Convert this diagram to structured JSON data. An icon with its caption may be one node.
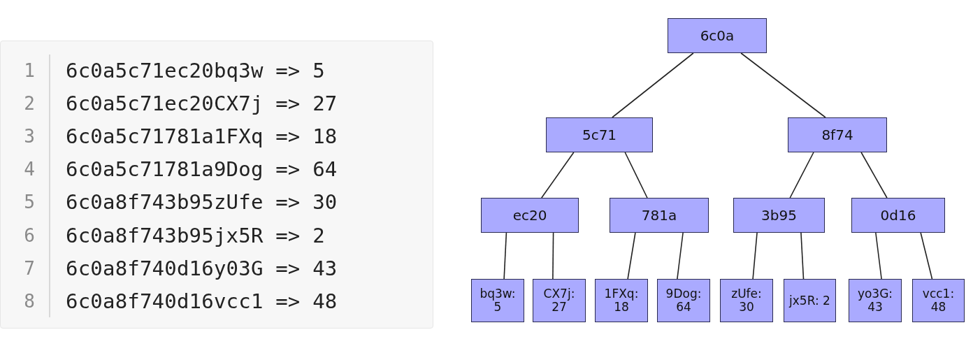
{
  "diagram": {
    "nodes": [
      {
        "text": [
          "6c0a"
        ]
      },
      {
        "text": [
          "5c71"
        ]
      },
      {
        "text": [
          "8f74"
        ]
      },
      {
        "text": [
          "ec20"
        ]
      },
      {
        "text": [
          "781a"
        ]
      },
      {
        "text": [
          "3b95"
        ]
      },
      {
        "text": [
          "0d16"
        ]
      },
      {
        "text": [
          "bq3w: 5"
        ]
      },
      {
        "text": [
          "CX7j: 27"
        ]
      },
      {
        "text": [
          "1FXq: 18"
        ]
      },
      {
        "text": [
          "9Dog: 64"
        ]
      },
      {
        "text": [
          "zUfe: 30"
        ]
      },
      {
        "text": [
          "jx5R: 2"
        ]
      },
      {
        "text": [
          "yo3G: 43"
        ]
      },
      {
        "text": [
          "vcc1: 48"
        ]
      }
    ],
    "edges": [
      {
        "from": 0,
        "to": 1,
        "arrow": "none"
      },
      {
        "from": 0,
        "to": 2,
        "arrow": "none"
      },
      {
        "from": 1,
        "to": 3,
        "arrow": "none"
      },
      {
        "from": 1,
        "to": 4,
        "arrow": "none"
      },
      {
        "from": 2,
        "to": 5,
        "arrow": "none"
      },
      {
        "from": 2,
        "to": 6,
        "arrow": "none"
      },
      {
        "from": 3,
        "to": 7,
        "arrow": "none"
      },
      {
        "from": 3,
        "to": 8,
        "arrow": "none"
      },
      {
        "from": 4,
        "to": 9,
        "arrow": "none"
      },
      {
        "from": 4,
        "to": 10,
        "arrow": "none"
      },
      {
        "from": 5,
        "to": 11,
        "arrow": "none"
      },
      {
        "from": 5,
        "to": 12,
        "arrow": "none"
      },
      {
        "from": 6,
        "to": 13,
        "arrow": "none"
      },
      {
        "from": 6,
        "to": 14,
        "arrow": "none"
      }
    ],
    "labels": [
      "1",
      "6c0a5c71ec20bq3w => 5",
      "2",
      "6c0a5c71ec20CX7j => 27",
      "3",
      "6c0a5c71781a1FXq => 18",
      "4",
      "6c0a5c71781a9Dog => 64",
      "5",
      "6c0a8f743b95zUfe => 30",
      "6",
      "6c0a8f743b95jx5R => 2",
      "7",
      "6c0a8f740d16y03G => 43",
      "8",
      "6c0a8f740d16vcc1 => 48"
    ]
  }
}
